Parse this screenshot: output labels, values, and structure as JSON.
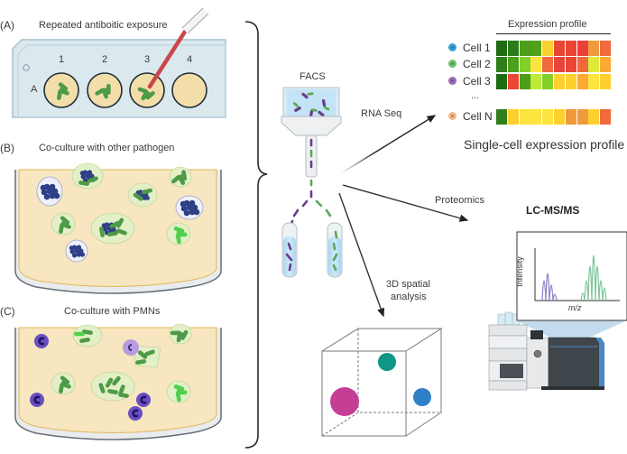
{
  "panels": [
    {
      "tag": "(A)",
      "title": "Repeated antiboitic exposure"
    },
    {
      "tag": "(B)",
      "title": "Co-culture with other pathogen"
    },
    {
      "tag": "(C)",
      "title": "Co-culture with PMNs"
    }
  ],
  "well_plate": {
    "row_label": "A",
    "columns": [
      "1",
      "2",
      "3",
      "4"
    ]
  },
  "facs": {
    "label": "FACS"
  },
  "arrows": {
    "rna_seq": "RNA Seq",
    "proteomics": "Proteomics",
    "spatial_line1": "3D spatial",
    "spatial_line2": "analysis"
  },
  "expression": {
    "header": "Expression profile",
    "caption": "Single-cell expression profile",
    "ellipsis": "...",
    "cells": [
      {
        "name": "Cell 1",
        "dot_color": "#3aa0d4",
        "colors": [
          "#1f6b12",
          "#2a7d1a",
          "#4a9e18",
          "#4fa11a",
          "#fdd02f",
          "#ea4535",
          "#ea4535",
          "#e9413a",
          "#f09a3e",
          "#ef6a3c"
        ]
      },
      {
        "name": "Cell 2",
        "dot_color": "#6cbf6a",
        "colors": [
          "#2f7e1b",
          "#4b9f1a",
          "#82d02a",
          "#fde441",
          "#ef6a3c",
          "#e9443a",
          "#ea4535",
          "#ee6a3e",
          "#dcea3a",
          "#fcaa35"
        ]
      },
      {
        "name": "Cell 3",
        "dot_color": "#9a6ab8",
        "colors": [
          "#1f6b12",
          "#ea4535",
          "#4a9e18",
          "#bde93a",
          "#82d02a",
          "#fdd02f",
          "#fdd02f",
          "#fcaa35",
          "#fde441",
          "#fdd02f"
        ]
      },
      {
        "name": "Cell N",
        "dot_color": "#f2b884",
        "colors": [
          "#2f7e1b",
          "#fdd02f",
          "#fde441",
          "#fde441",
          "#fde441",
          "#fdd02f",
          "#f09a3e",
          "#f09a3e",
          "#fdd02f",
          "#ef6a3c"
        ]
      }
    ]
  },
  "lcms": {
    "title": "LC-MS/MS",
    "y_axis": "Intensity",
    "x_axis": "m/z"
  },
  "colors": {
    "bacteria_green": "#4e9a48",
    "bright_green": "#4fd04a",
    "pathogen_blue": "#2d3f86",
    "pmn_purple": "#6a4fc2",
    "broth": "#f7e6bf",
    "sphere_magenta": "#c53e96",
    "sphere_teal": "#0e9687",
    "sphere_blue": "#2f7fc6"
  }
}
